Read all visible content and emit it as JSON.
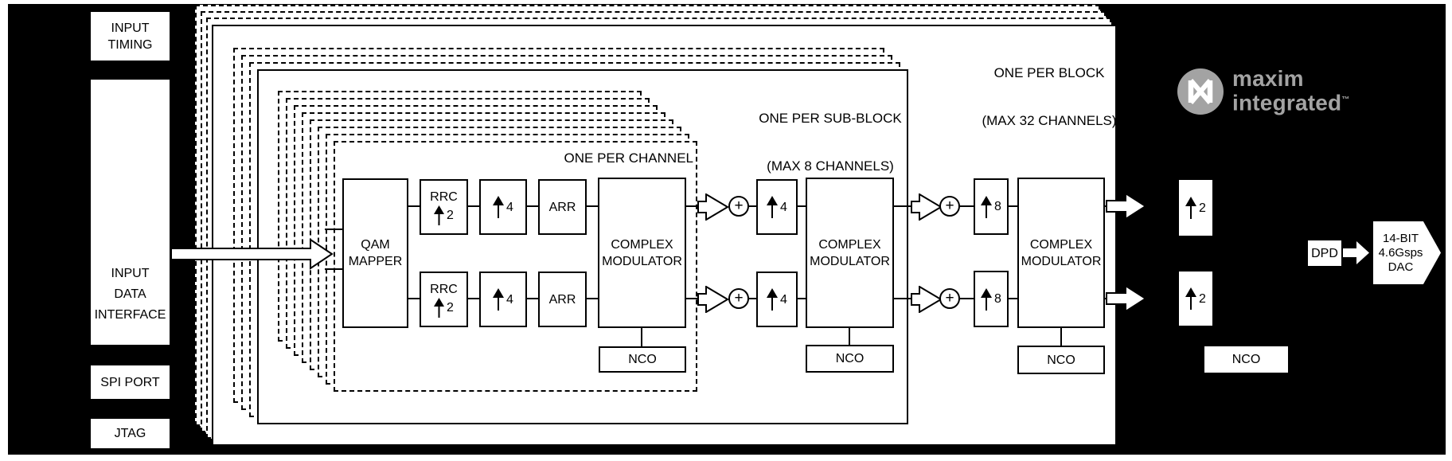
{
  "page": {
    "background": "#ffffff",
    "panel_background": "#000000",
    "line_color": "#000000",
    "logo_color": "#a3a3a3"
  },
  "left_panel": {
    "input_timing": [
      "INPUT",
      "TIMING"
    ],
    "input_data_interface": [
      "INPUT",
      "DATA",
      "INTERFACE"
    ],
    "spi_port": "SPI PORT",
    "jtag": "JTAG"
  },
  "hierarchy": {
    "block_label": [
      "ONE PER BLOCK",
      "(MAX 32 CHANNELS)"
    ],
    "sub_block_label": [
      "ONE PER SUB-BLOCK",
      "(MAX 8 CHANNELS)"
    ],
    "channel_label": "ONE PER CHANNEL"
  },
  "blocks": {
    "qam_mapper": [
      "QAM",
      "MAPPER"
    ],
    "rrc": "RRC",
    "rrc_factor": "2",
    "upsample_channel": "4",
    "arr": "ARR",
    "complex_modulator": [
      "COMPLEX",
      "MODULATOR"
    ],
    "nco": "NCO",
    "adder": "+",
    "upsample_subblock": "4",
    "upsample_block": "8",
    "upsample_output": "2",
    "dpd": "DPD",
    "dac": [
      "14-BIT",
      "4.6Gsps",
      "DAC"
    ]
  },
  "logo": {
    "name": "maxim",
    "name2": "integrated",
    "tm": "™"
  }
}
